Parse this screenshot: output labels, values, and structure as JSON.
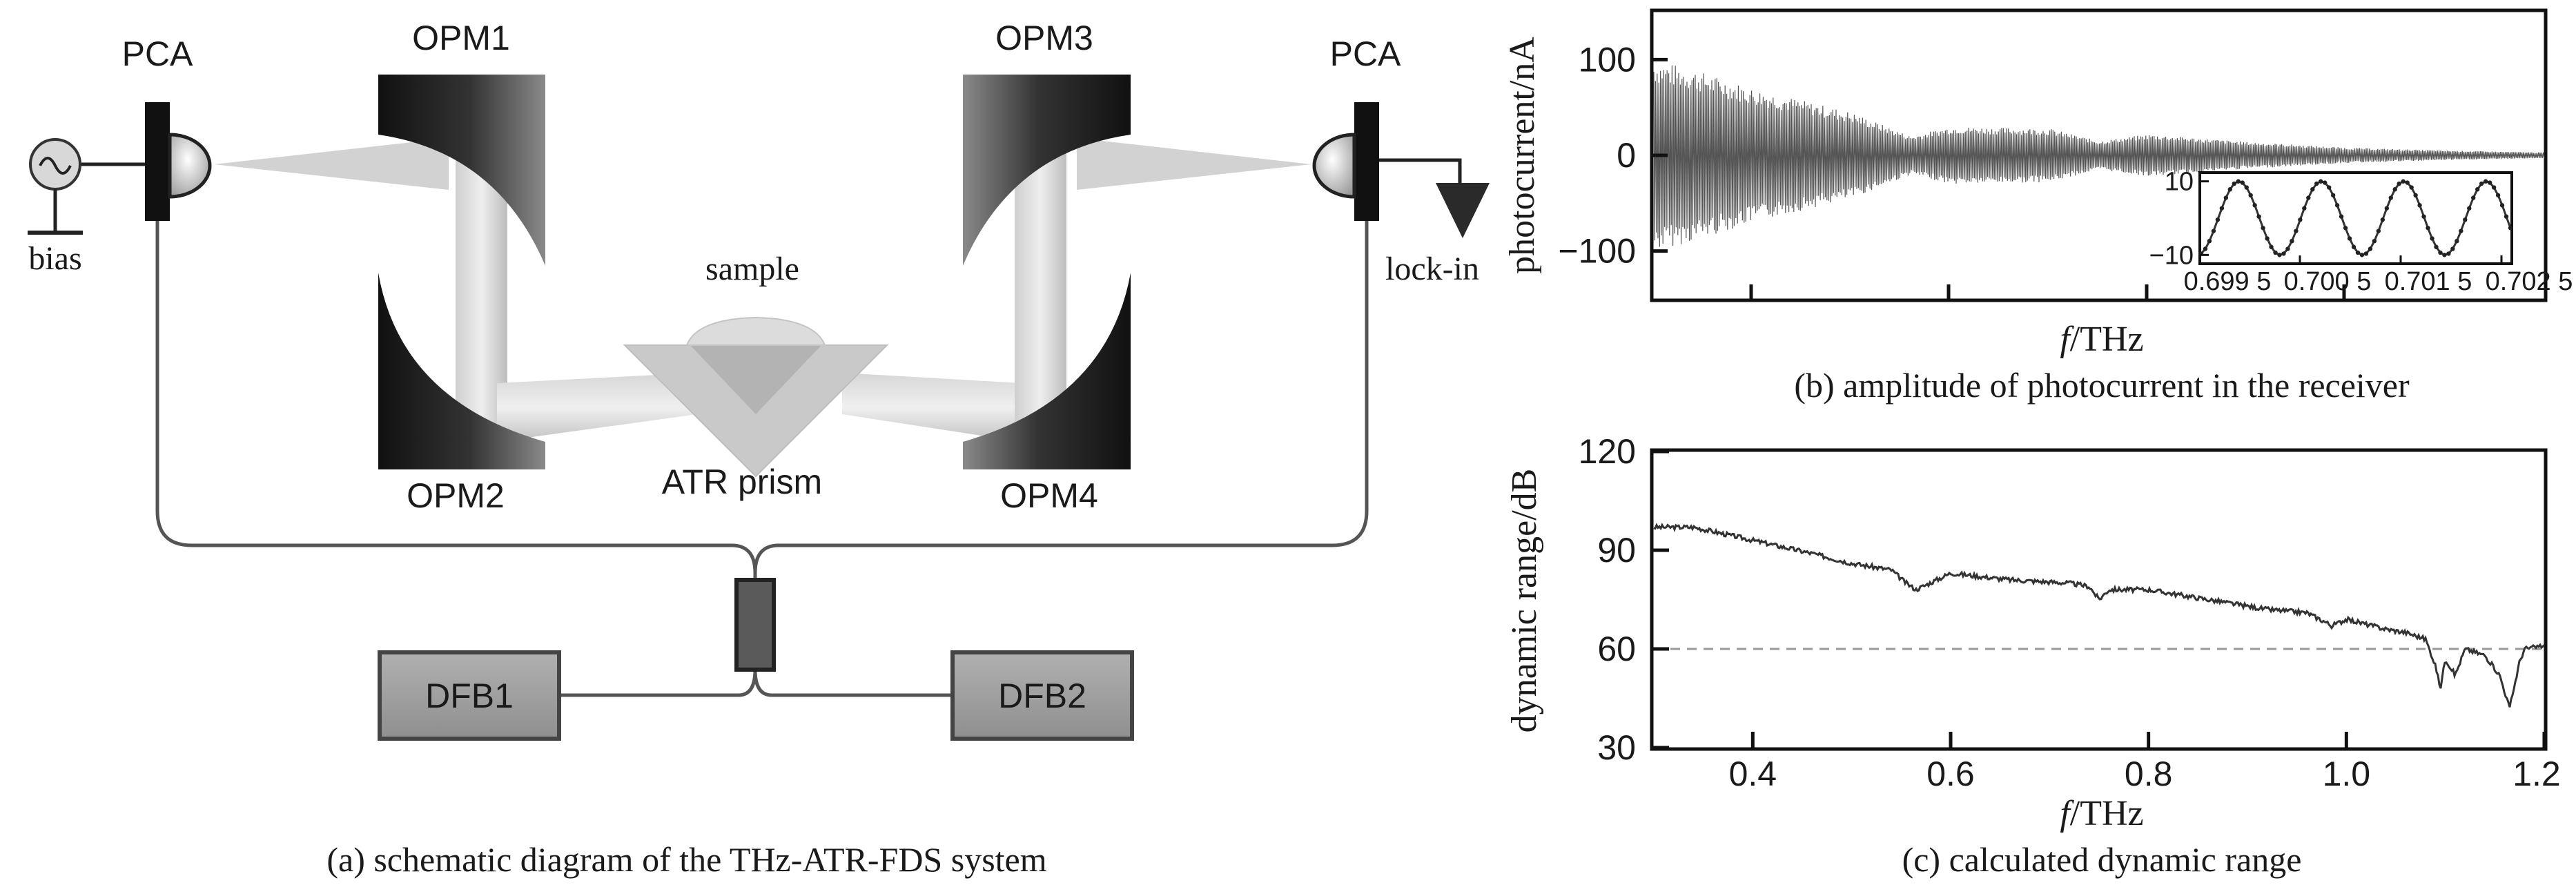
{
  "schematic": {
    "pca_left": "PCA",
    "pca_right": "PCA",
    "bias": "bias",
    "lockin": "lock-in",
    "opm1": "OPM1",
    "opm2": "OPM2",
    "opm3": "OPM3",
    "opm4": "OPM4",
    "sample": "sample",
    "atr": "ATR prism",
    "dfb1": "DFB1",
    "dfb2": "DFB2",
    "caption": "(a) schematic diagram of the THz-ATR-FDS system"
  },
  "chart_data": [
    {
      "type": "line",
      "id": "b",
      "caption": "(b) amplitude of photocurrent in the receiver",
      "ylabel": "photocurrent/nA",
      "xlabel_italic": "f",
      "xlabel_rest": "/THz",
      "ylim": [
        -150,
        150
      ],
      "yticks": [
        "100",
        "0",
        "−100"
      ],
      "ytick_values": [
        100,
        0,
        -100
      ],
      "envelope": {
        "x": [
          0.3,
          0.34,
          0.4,
          0.5,
          0.56,
          0.6,
          0.7,
          0.75,
          0.8,
          0.9,
          1.0,
          1.1,
          1.2
        ],
        "amplitude": [
          100,
          90,
          70,
          45,
          20,
          30,
          28,
          15,
          22,
          14,
          8,
          5,
          3
        ]
      },
      "inset": {
        "xticks": [
          "0.699 5",
          "0.700 5",
          "0.701 5",
          "0.702 5"
        ],
        "yticks": [
          "10",
          "−10"
        ],
        "x_range": [
          0.6995,
          0.7025
        ],
        "ylim": [
          -12,
          12
        ],
        "waveform": "sinusoid, amplitude 10, period 0.0008 THz"
      }
    },
    {
      "type": "line",
      "id": "c",
      "caption": "(c) calculated dynamic range",
      "ylabel": "dynamic range/dB",
      "xlabel_italic": "f",
      "xlabel_rest": "/THz",
      "xlim": [
        0.3,
        1.2
      ],
      "ylim": [
        30,
        120
      ],
      "xticks": [
        "0.4",
        "0.6",
        "0.8",
        "1.0",
        "1.2"
      ],
      "xtick_values": [
        0.4,
        0.6,
        0.8,
        1.0,
        1.2
      ],
      "yticks": [
        "120",
        "90",
        "60",
        "30"
      ],
      "ytick_values": [
        120,
        90,
        60,
        30
      ],
      "reference_line": 60,
      "series": [
        {
          "x": [
            0.3,
            0.34,
            0.4,
            0.46,
            0.5,
            0.54,
            0.555,
            0.565,
            0.6,
            0.66,
            0.72,
            0.74,
            0.75,
            0.76,
            0.8,
            0.86,
            0.92,
            0.96,
            0.98,
            0.985,
            1.0,
            1.04,
            1.06,
            1.08,
            1.09,
            1.095,
            1.1,
            1.11,
            1.12,
            1.14,
            1.155,
            1.165,
            1.175,
            1.18,
            1.2
          ],
          "y": [
            97,
            97,
            93,
            89,
            86,
            84,
            80,
            78,
            83,
            81,
            80,
            79,
            75,
            78,
            78,
            75,
            72,
            71,
            68,
            67,
            69,
            66,
            65,
            63,
            55,
            48,
            57,
            52,
            60,
            58,
            52,
            42,
            56,
            60,
            61
          ]
        }
      ]
    }
  ]
}
